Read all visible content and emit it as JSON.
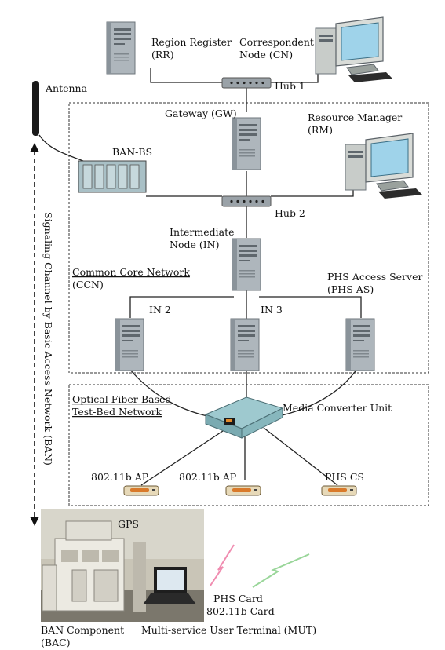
{
  "labels": {
    "region_register": [
      "Region Register",
      "(RR)"
    ],
    "correspondent_node": [
      "Correspondent",
      "Node (CN)"
    ],
    "hub1": "Hub 1",
    "antenna": "Antenna",
    "gateway": "Gateway (GW)",
    "resource_manager": [
      "Resource Manager",
      "(RM)"
    ],
    "ban_bs": "BAN-BS",
    "hub2": "Hub 2",
    "intermediate_node": [
      "Intermediate",
      "Node (IN)"
    ],
    "common_core_network": [
      "Common Core Network",
      "(CCN)"
    ],
    "phs_access_server": [
      "PHS Access Server",
      "(PHS AS)"
    ],
    "in2": "IN 2",
    "in3": "IN 3",
    "signaling_channel": "Signaling Channel by Basic Access Network (BAN)",
    "optical_fiber": [
      "Optical Fiber-Based",
      "Test-Bed Network"
    ],
    "media_converter": "Media Converter Unit",
    "ap1": "802.11b AP",
    "ap2": "802.11b AP",
    "phs_cs": "PHS CS",
    "gps": "GPS",
    "phs_card": "PHS Card",
    "wlan_card": "802.11b Card",
    "ban_component": [
      "BAN Component",
      "(BAC)"
    ],
    "mut": "Multi-service User Terminal (MUT)"
  },
  "colors": {
    "server_body": "#aeb6bc",
    "server_shade": "#8a939a",
    "monitor_screen": "#9fd3ea",
    "ban_bs_fill": "#a9c0c6",
    "mcu_fill": "#9ec9cf",
    "phs_signal": "#f08cb0",
    "wlan_signal": "#9ad69a",
    "ap_accent": "#d97a2b"
  }
}
